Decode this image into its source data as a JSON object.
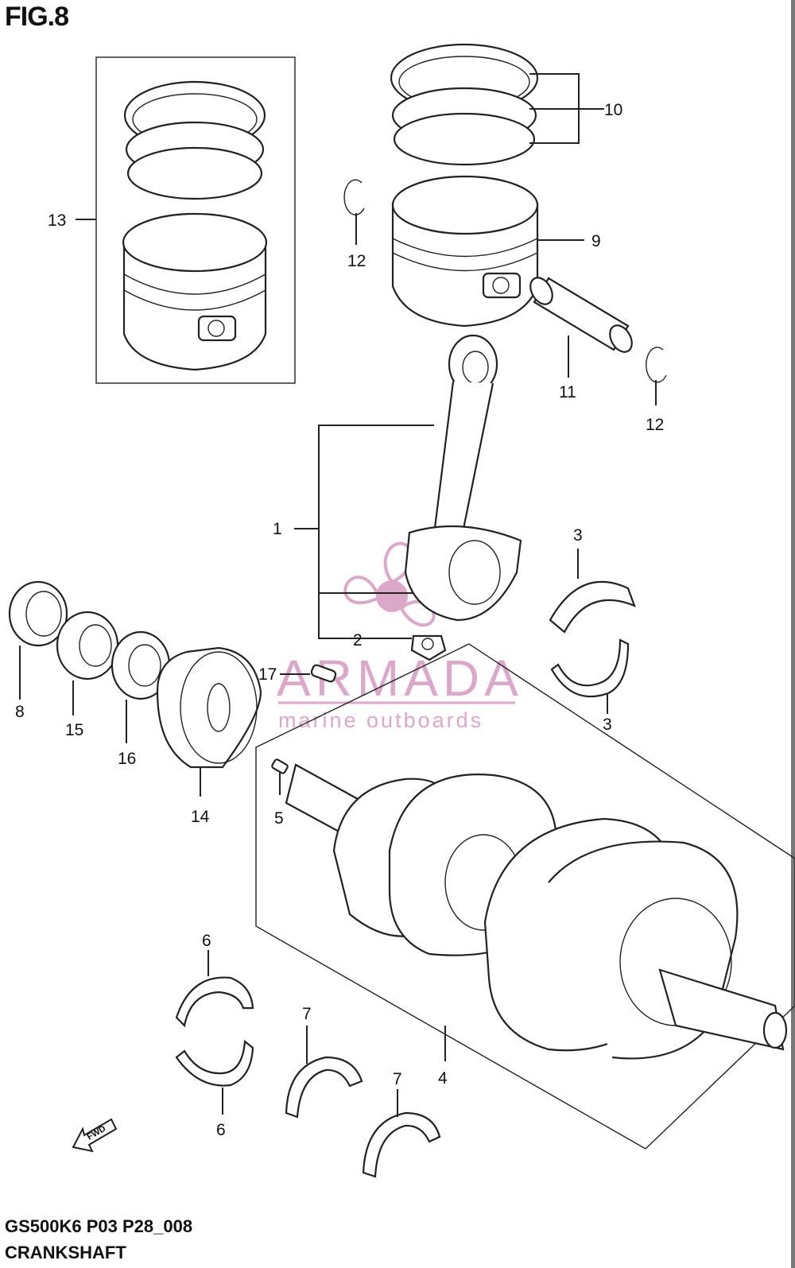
{
  "figure": {
    "title": "FIG.8",
    "model_code": "GS500K6 P03 P28_008",
    "section_name": "CRANKSHAFT"
  },
  "watermark": {
    "brand": "ARMADA",
    "tagline": "marine outboards",
    "color": "#d79ac0"
  },
  "fwd_marker": {
    "label": "FWD"
  },
  "callouts": [
    "1",
    "2",
    "3",
    "3",
    "4",
    "5",
    "6",
    "6",
    "7",
    "7",
    "8",
    "9",
    "10",
    "11",
    "12",
    "12",
    "13",
    "14",
    "15",
    "16",
    "17"
  ]
}
